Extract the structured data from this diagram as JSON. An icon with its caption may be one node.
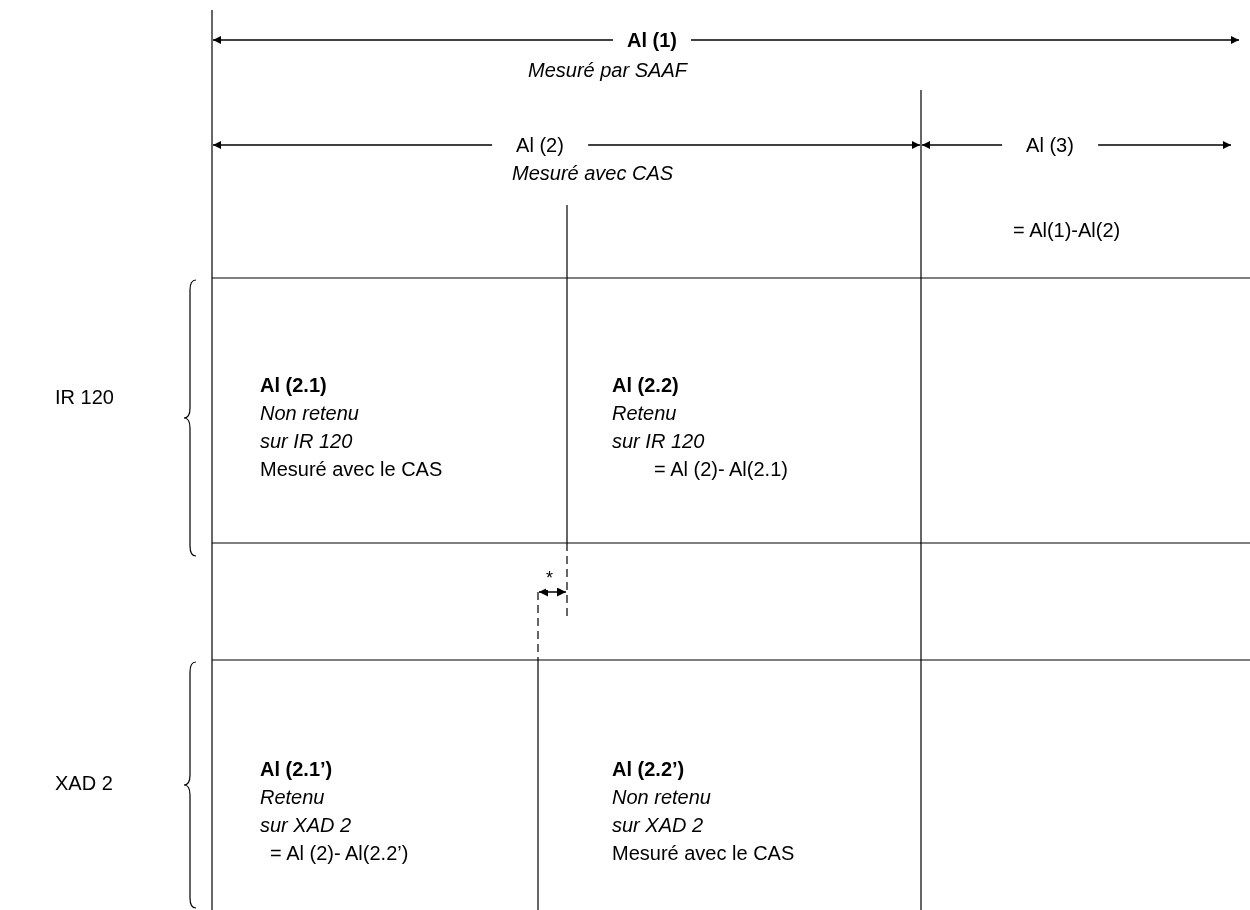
{
  "diagram": {
    "nodes": [
      {
        "text": [
          "Al (2.1)",
          "Non retenu sur IR 120",
          "Mesuré avec le CAS"
        ]
      },
      {
        "text": [
          "Al (2.2)",
          "Retenu sur IR 120",
          "= Al (2)- Al(2.1)"
        ]
      },
      {
        "text": [
          "Al (2.1’)",
          "Retenu sur XAD 2",
          "= Al (2)- Al(2.2’)"
        ]
      },
      {
        "text": [
          "Al (2.2’)",
          "Non retenu sur XAD 2",
          "Mesuré avec le CAS"
        ]
      }
    ],
    "labels": [
      "Al (1)",
      "Mesuré par SAAF",
      "Al (2)",
      "Mesuré avec CAS",
      "Al (3)",
      "= Al(1)-Al(2)",
      "IR 120",
      "XAD 2",
      "*"
    ]
  }
}
